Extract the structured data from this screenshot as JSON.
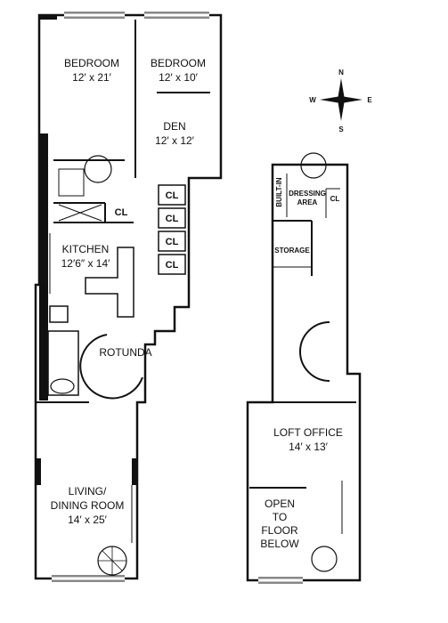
{
  "rooms": {
    "bedroom1": {
      "name": "BEDROOM",
      "size": "12′ x 21′"
    },
    "bedroom2": {
      "name": "BEDROOM",
      "size": "12′ x 10′"
    },
    "den": {
      "name": "DEN",
      "size": "12′ x 12′"
    },
    "kitchen": {
      "name": "KITCHEN",
      "size": "12′6″ x 14′"
    },
    "rotunda": {
      "name": "ROTUNDA"
    },
    "living": {
      "name_line1": "LIVING/",
      "name_line2": "DINING ROOM",
      "size": "14′ x 25′"
    },
    "loft_office": {
      "name": "LOFT OFFICE",
      "size": "14′ x 13′"
    },
    "open_below": {
      "line1": "OPEN",
      "line2": "TO",
      "line3": "FLOOR",
      "line4": "BELOW"
    },
    "dressing": {
      "line1": "DRESSING",
      "line2": "AREA"
    },
    "storage": {
      "name": "STORAGE"
    },
    "built_in": {
      "name": "BUILT-IN"
    }
  },
  "closets": {
    "label": "CL"
  },
  "compass": {
    "n": "N",
    "s": "S",
    "e": "E",
    "w": "W"
  },
  "colors": {
    "wall": "#111111",
    "paper": "#ffffff"
  }
}
